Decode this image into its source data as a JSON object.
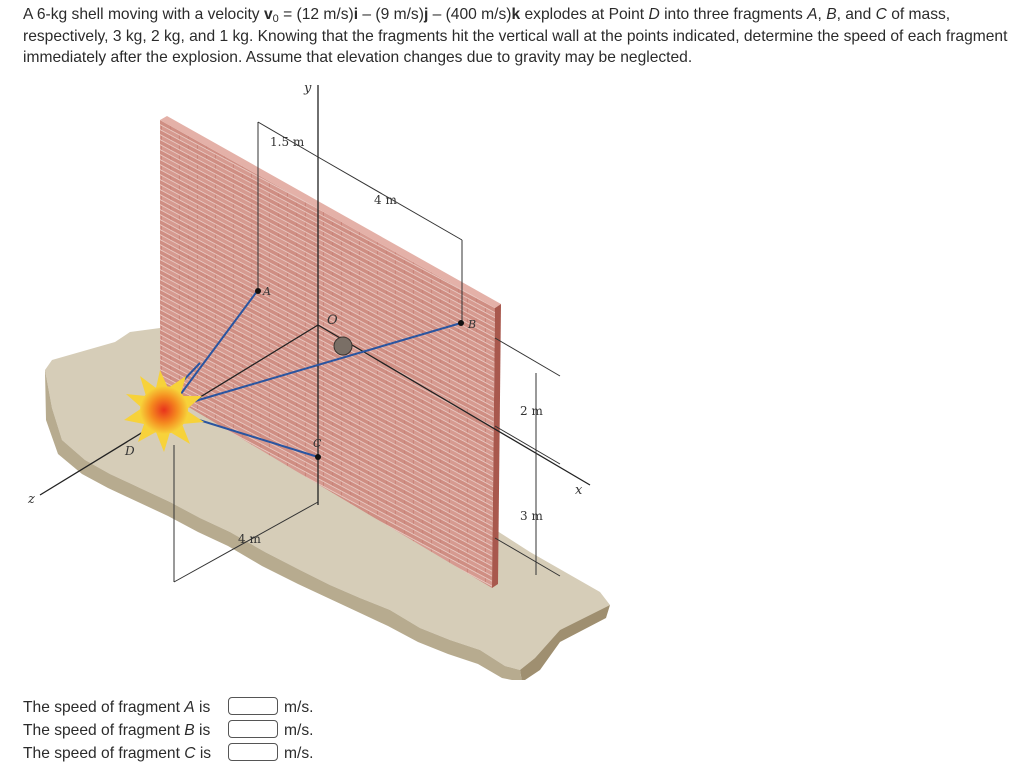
{
  "problem": {
    "p1": "A 6-kg shell moving with a velocity ",
    "v": "v",
    "v_sub": "0",
    "p2": " = (12 m/s)",
    "i": "i",
    "p3": " – (9 m/s)",
    "j": "j",
    "p4": " – (400 m/s)",
    "k": "k",
    "p5": " explodes at Point ",
    "D": "D",
    "p6": " into three fragments ",
    "A": "A",
    "p7": ", ",
    "B": "B",
    "p8": ", and ",
    "C": "C",
    "p9": " of mass, respectively, 3 kg, 2 kg, and 1 kg. Knowing that the fragments hit the vertical wall at the points indicated, determine the speed of each fragment immediately after the explosion. Assume that elevation changes due to gravity may be neglected."
  },
  "figure": {
    "label_y": "y",
    "label_x": "x",
    "label_z": "z",
    "label_O": "O",
    "label_A": "A",
    "label_B": "B",
    "label_C": "C",
    "label_D": "D",
    "dim_1_5": "1.5 m",
    "dim_4_top": "4 m",
    "dim_2": "2 m",
    "dim_3": "3 m",
    "dim_4_bottom": "4 m",
    "colors": {
      "wall": "#c98378",
      "ground": "#d6cdb8",
      "trajectory": "#2a55a0",
      "explosion": "#f5b21b"
    }
  },
  "answers": [
    {
      "prefix": "The speed of fragment ",
      "frag": "A",
      "suffix": " is",
      "value": "",
      "unit": "m/s."
    },
    {
      "prefix": "The speed of fragment ",
      "frag": "B",
      "suffix": " is",
      "value": "",
      "unit": "m/s."
    },
    {
      "prefix": "The speed of fragment ",
      "frag": "C",
      "suffix": " is",
      "value": "",
      "unit": "m/s."
    }
  ]
}
